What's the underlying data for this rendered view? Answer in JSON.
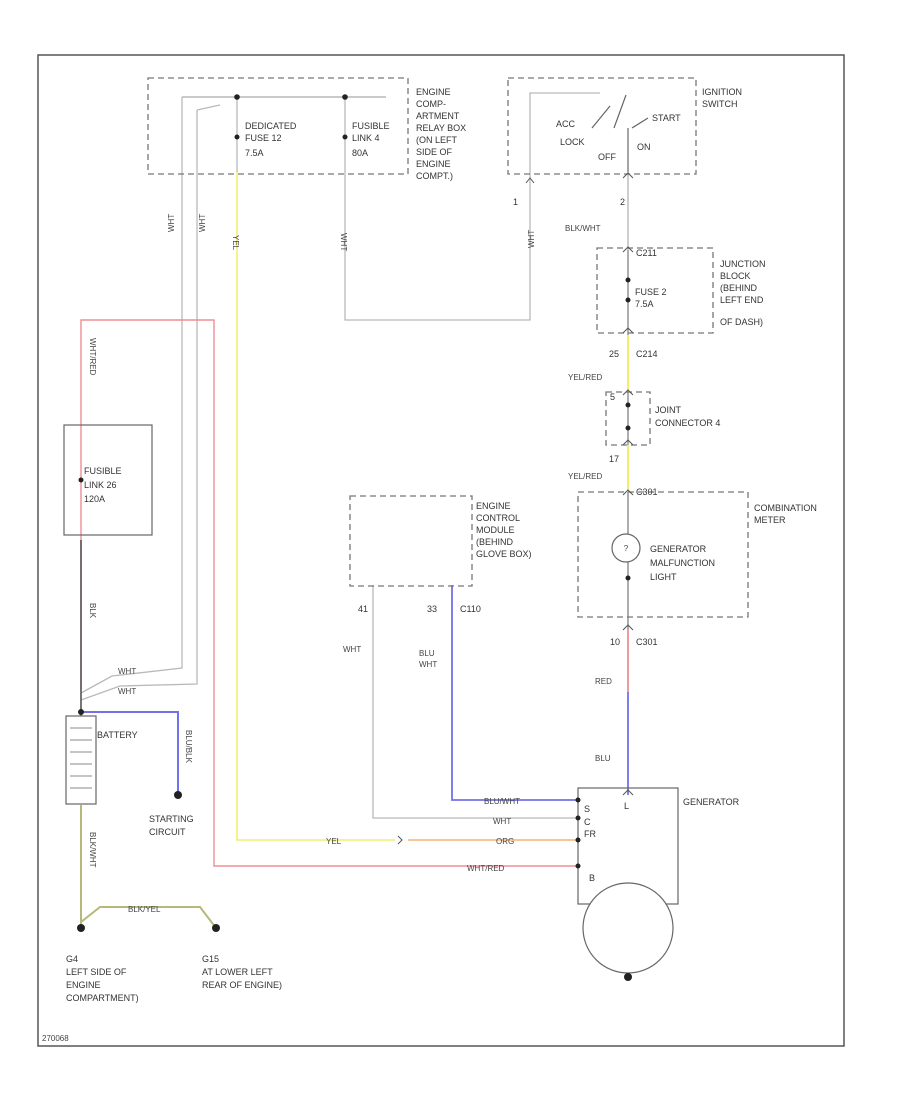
{
  "figure_id": "270068",
  "components": {
    "underhood_box": {
      "label": [
        "ENGINE",
        "COMP-",
        "ARTMENT",
        "RELAY BOX",
        "(ON LEFT",
        "SIDE OF",
        "ENGINE",
        "COMPT.)"
      ],
      "fuse_12": [
        "DEDICATED",
        "FUSE 12",
        "7.5A"
      ],
      "fusible_link_4": [
        "FUSIBLE",
        "LINK 4",
        "80A"
      ]
    },
    "ignition_switch": {
      "label": [
        "IGNITION",
        "SWITCH"
      ],
      "positions": {
        "acc": "ACC",
        "lock": "LOCK",
        "off": "OFF",
        "on": "ON",
        "start": "START"
      },
      "pins": {
        "p1": "1",
        "p2": "2"
      }
    },
    "junction_block": {
      "label": [
        "JUNCTION",
        "BLOCK",
        "(BEHIND",
        "LEFT END",
        "OF DASH)"
      ],
      "fuse": [
        "FUSE 2",
        "7.5A"
      ],
      "conn_top": "C211",
      "conn_bottom": "C214",
      "pin_bottom": "25"
    },
    "joint_connector": {
      "label": [
        "JOINT",
        "CONNECTOR 4"
      ],
      "pin_top": "5",
      "pin_bottom": "17"
    },
    "combination_meter": {
      "label": [
        "COMBINATION",
        "METER"
      ],
      "light": [
        "GENERATOR",
        "MALFUNCTION",
        "LIGHT"
      ],
      "conn_top": "C301",
      "conn_bottom": "C301",
      "pin_bottom": "10"
    },
    "ecm": {
      "label": [
        "ENGINE",
        "CONTROL",
        "MODULE",
        "(BEHIND",
        "GLOVE BOX)"
      ],
      "pin_a": "41",
      "pin_b": "33",
      "conn": "C110"
    },
    "fusible_link_26": {
      "label": [
        "FUSIBLE",
        "LINK 26",
        "120A"
      ]
    },
    "battery": {
      "label": "BATTERY"
    },
    "starting_circuit": {
      "label": [
        "STARTING",
        "CIRCUIT"
      ]
    },
    "generator": {
      "label": "GENERATOR",
      "terminals": {
        "l": "L",
        "s": "S",
        "c": "C",
        "fr": "FR",
        "b": "B"
      }
    },
    "ground_g4": {
      "label": [
        "G4",
        "LEFT SIDE OF",
        "ENGINE",
        "COMPARTMENT)"
      ]
    },
    "ground_g15": {
      "label": [
        "G15",
        "AT LOWER LEFT",
        "REAR OF ENGINE)"
      ]
    }
  },
  "wires": {
    "wht_1": "WHT",
    "wht_2": "WHT",
    "yel": "YEL",
    "wht_3": "WHT",
    "wht_4": "WHT",
    "blk_wht": "BLK/WHT",
    "yel_red_1": "YEL/RED",
    "yel_red_2": "YEL/RED",
    "wht_red_vertical": "WHT/RED",
    "blk": "BLK",
    "wht_5": "WHT",
    "wht_6": "WHT",
    "blu_blk": "BLU/BLK",
    "blk_wht_ground": "BLK/WHT",
    "blk_yel": "BLK/YEL",
    "red": "RED",
    "blu": "BLU",
    "wht_ecm": "WHT",
    "blu_wht": [
      "BLU",
      "WHT"
    ],
    "blu_wht_horizontal": "BLU/WHT",
    "wht_gen": "WHT",
    "yel_gen": "YEL",
    "org": "ORG",
    "wht_red_gen": "WHT/RED"
  },
  "colors": {
    "yel": "#f4ee6a",
    "red": "#ee8f95",
    "blu": "#7272e6",
    "org": "#f3b277",
    "blk": "#555555",
    "wht": "#b9b9b9",
    "olive": "#b7b97a"
  }
}
